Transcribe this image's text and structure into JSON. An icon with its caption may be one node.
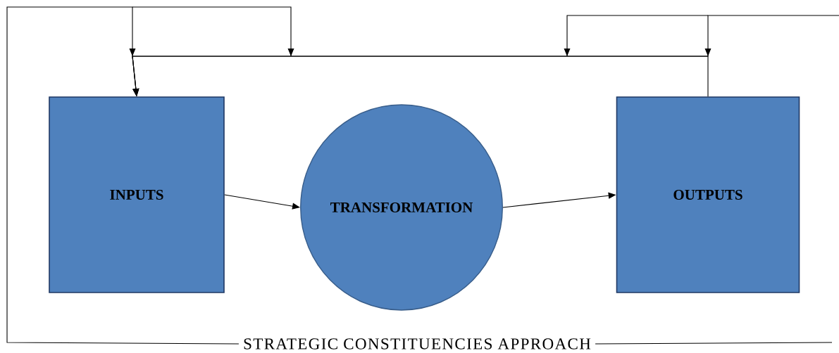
{
  "diagram": {
    "nodes": [
      {
        "text": [
          "INPUTS"
        ]
      },
      {
        "text": [
          "TRANSFORMATION"
        ]
      },
      {
        "text": [
          "OUTPUTS"
        ]
      },
      {
        "text": [
          "STRATEGIC CONSTITUENCIES APPROACH"
        ]
      }
    ],
    "edges": [
      {
        "from": 0,
        "to": 1,
        "arrow": "to"
      },
      {
        "from": 1,
        "to": 2,
        "arrow": "to"
      },
      {
        "from": 2,
        "to": 0,
        "arrow": "to"
      },
      {
        "from": 3,
        "to": 0,
        "arrow": "to"
      },
      {
        "from": 3,
        "to": null,
        "arrow": "none"
      },
      {
        "from": null,
        "to": 0,
        "arrow": "to"
      }
    ]
  }
}
